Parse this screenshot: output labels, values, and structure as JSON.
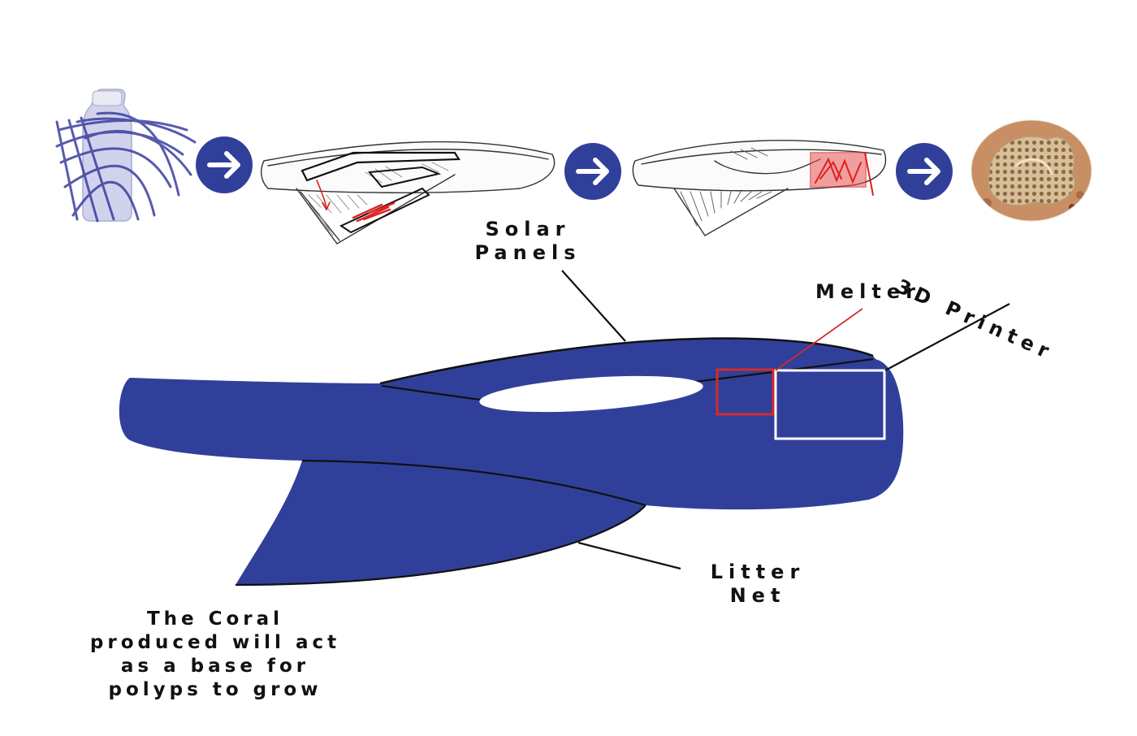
{
  "process_steps": [
    {
      "name": "plastic-bottle"
    },
    {
      "name": "sketch-melter"
    },
    {
      "name": "sketch-printer"
    },
    {
      "name": "coral-photo"
    }
  ],
  "labels": {
    "solar_panels": [
      "Solar",
      "Panels"
    ],
    "three_d_printer": "3D Printer",
    "melter": "Melter",
    "litter_net": [
      "Litter",
      "Net"
    ]
  },
  "caption": [
    "The Coral",
    "produced will act",
    "as a base for",
    "polyps to grow"
  ],
  "colors": {
    "hull": "#30409a",
    "arrow_circle": "#30409a",
    "melter_box": "#d42a2a",
    "printer_box": "#ffffff",
    "sketch_red": "#e02020"
  },
  "icons": [
    "arrow-right-icon",
    "arrow-right-icon",
    "arrow-right-icon"
  ]
}
